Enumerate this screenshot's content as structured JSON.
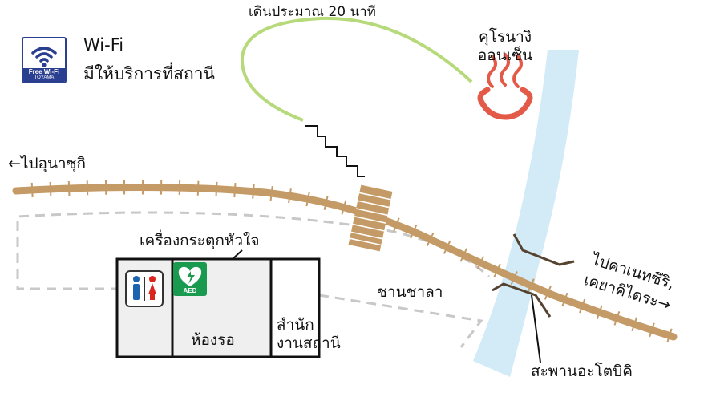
{
  "walk_note": "เดินประมาณ 20 นาที",
  "wifi": {
    "icon": "wifi-icon",
    "badge_line1": "Free Wi-Fi",
    "badge_line2": "TOYAMA",
    "title": "Wi-Fi",
    "subtitle": "มีให้บริการที่สถานี",
    "color": "#2a3f8f"
  },
  "onsen": {
    "line1": "คุโรนางิ",
    "line2": "ออนเซ็น",
    "icon": "hot-spring-icon",
    "color": "#e45a48"
  },
  "direction_left": "←ไปอุนาซุกิ",
  "direction_right_line1": "ไปคาเนทซึริ,",
  "direction_right_line2": "เคยาคิไดระ→",
  "aed_label": "เครื่องกระตุกหัวใจ",
  "aed_badge": "AED",
  "platform": "ชานชาลา",
  "waiting_room": "ห้องรอ",
  "station_office_line1": "สำนัก",
  "station_office_line2": "งานสถานี",
  "bridge": "สะพานอะโตบิคิ",
  "colors": {
    "railway": "#c49a66",
    "river": "#d2ebf7",
    "walk_path": "#b6d97a",
    "dashed_path": "#c8c8c8",
    "aed_green": "#1a9a4f",
    "restroom_male": "#1b64b0",
    "restroom_female": "#d9251d"
  }
}
